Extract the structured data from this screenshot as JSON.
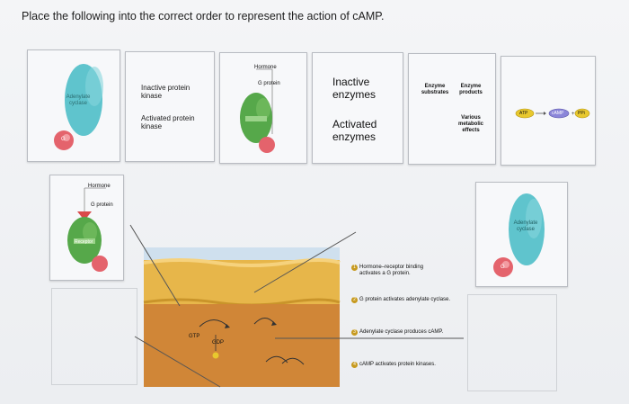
{
  "instruction": "Place the following into the correct order to represent the action of cAMP.",
  "cards": {
    "adenylate_cyclase_top": {
      "label": "Adenylate cyclase",
      "g": "G"
    },
    "protein_kinase": {
      "inactive": "Inactive protein kinase",
      "activated": "Activated protein kinase"
    },
    "g_protein_hormone": {
      "hormone": "Hormone",
      "gprotein": "G protein"
    },
    "enzymes": {
      "inactive": "Inactive enzymes",
      "activated": "Activated enzymes"
    },
    "enzyme_products": {
      "substrates": "Enzyme substrates",
      "products": "Enzyme products",
      "effects": "Various metabolic effects"
    },
    "atp_camp": {
      "atp": "ATP",
      "camp": "cAMP",
      "ppi": "PPi"
    },
    "hormone_left": {
      "hormone": "Hormone",
      "gprotein": "G protein",
      "receptor": "Receptor"
    },
    "adenylate_cyclase_right": {
      "label": "Adenylate cyclase",
      "g": "G"
    }
  },
  "steps": [
    {
      "num": "1",
      "text": "Hormone–receptor binding activates a G protein."
    },
    {
      "num": "2",
      "text": "G protein activates adenylate cyclase."
    },
    {
      "num": "3",
      "text": "Adenylate cyclase produces cAMP."
    },
    {
      "num": "4",
      "text": "cAMP activates protein kinases."
    }
  ],
  "diagram_labels": {
    "gtp": "GTP",
    "gdp": "GDP"
  },
  "colors": {
    "teal": "#5fc4cd",
    "green": "#56a84a",
    "red": "#e4636c",
    "yellow": "#d6c43a",
    "membrane": "#e7b64a",
    "cytoplasm": "#d48a3a",
    "extracellular": "#cfe0ee"
  }
}
